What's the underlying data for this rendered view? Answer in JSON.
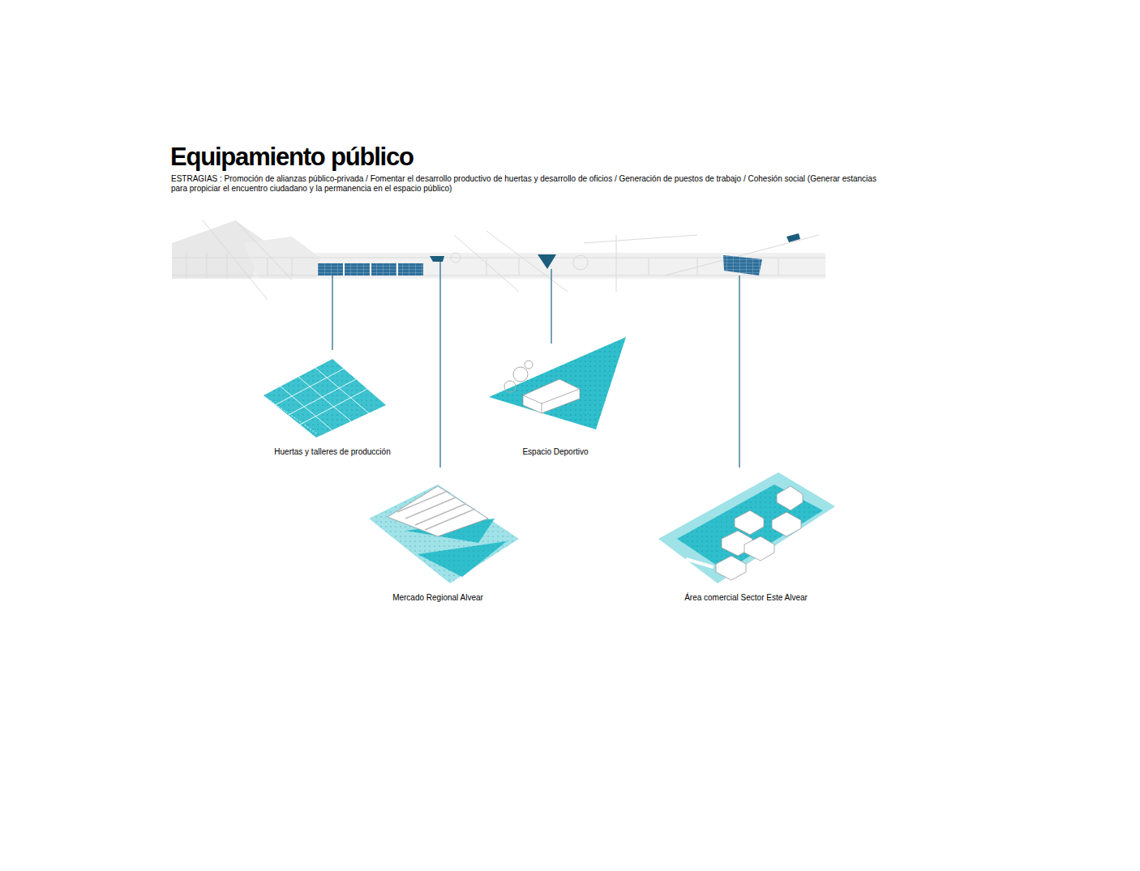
{
  "diagram": {
    "title": "Equipamiento público",
    "nodes": [
      {
        "text": [
          "Huertas y talleres de producción"
        ]
      },
      {
        "text": [
          "Espacio Deportivo"
        ]
      },
      {
        "text": [
          "Mercado Regional Alvear"
        ]
      },
      {
        "text": [
          "Área comercial Sector Este Alvear"
        ]
      }
    ],
    "edges": [],
    "labels": [
      "ESTRAGIAS : Promoción de alianzas público-privada / Fomentar el desarrollo productivo de huertas y desarrollo de oficios / Generación de puestos de trabajo / Cohesión social (Generar estancias para propiciar el encuentro ciudadano y la permanencia en el espacio público)"
    ]
  }
}
